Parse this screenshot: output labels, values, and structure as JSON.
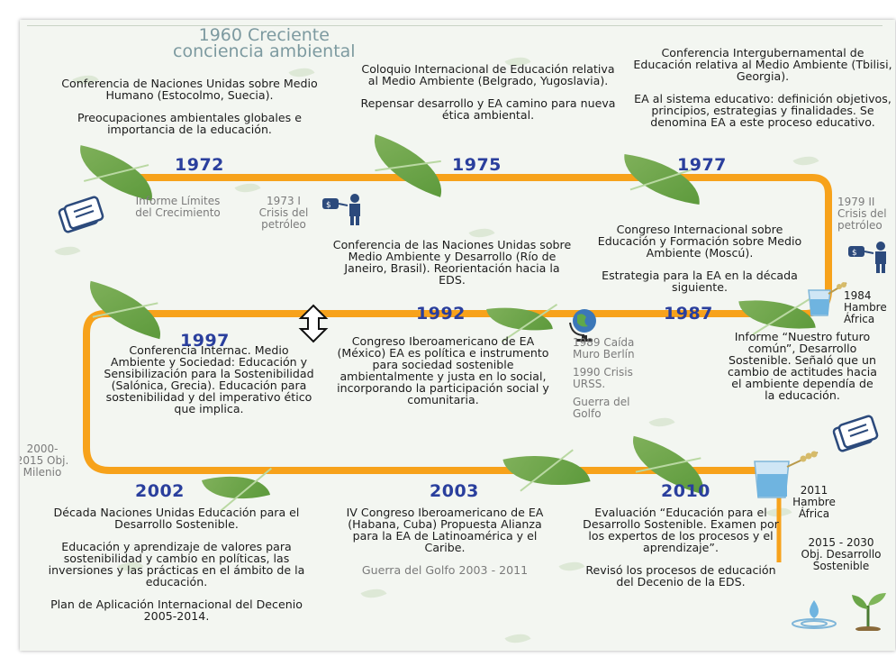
{
  "title": {
    "line1": "1960 Creciente",
    "line2": "conciencia ambiental"
  },
  "colors": {
    "track": "#f7a21b",
    "year": "#2a3f9d",
    "leaf": "#6aa548",
    "background": "#f3f6f1",
    "gray_text": "#7b7b7b"
  },
  "events": {
    "e1972": {
      "year": "1972",
      "event": "Conferencia de Naciones Unidas sobre Medio Humano (Estocolmo, Suecia).",
      "detail": "Preocupaciones ambientales globales e importancia de la educación."
    },
    "e1975": {
      "year": "1975",
      "event": "Coloquio Internacional de Educación relativa al Medio Ambiente (Belgrado, Yugoslavia).",
      "detail": "Repensar desarrollo y EA camino para nueva ética ambiental."
    },
    "e1977": {
      "year": "1977",
      "event": "Conferencia Intergubernamental de Educación relativa al Medio Ambiente (Tbilisi, Georgia).",
      "detail": "EA al sistema educativo: definición objetivos, principios, estrategias y finalidades. Se denomina EA a este proceso educativo."
    },
    "e1992": {
      "year": "1992",
      "event": "Conferencia de las Naciones Unidas sobre Medio Ambiente y Desarrollo (Río de Janeiro, Brasil). Reorientación hacia la EDS."
    },
    "e1987": {
      "year": "1987",
      "event": "Congreso Internacional sobre Educación y Formación sobre Medio Ambiente (Moscú).",
      "detail": "Estrategia para la EA en la década siguiente."
    },
    "e1997": {
      "year": "1997",
      "event": "Conferencia Internac. Medio Ambiente y Sociedad: Educación y Sensibilización para la Sostenibilidad (Salónica, Grecia). Educación para sostenibilidad y del imperativo ético que implica."
    },
    "congreso_mexico": {
      "event": "Congreso Iberoamericano de EA (México) EA es política e instrumento para sociedad sostenible ambientalmente y justa en lo social, incorporando la participación social y comunitaria."
    },
    "e2002": {
      "year": "2002",
      "event": "Década Naciones Unidas Educación para el Desarrollo Sostenible.",
      "detail": "Educación y aprendizaje de valores para sostenibilidad y cambio en políticas, las inversiones y las prácticas en el ámbito de la educación.",
      "plan": "Plan de Aplicación Internacional del Decenio 2005-2014."
    },
    "e2003": {
      "year": "2003",
      "event": "IV Congreso Iberoamericano de EA (Habana, Cuba) Propuesta Alianza para la EA de Latinoamérica y el Caribe.",
      "note": "Guerra del Golfo 2003 - 2011"
    },
    "e2010": {
      "year": "2010",
      "event": "Evaluación “Educación para el Desarrollo Sostenible. Examen por los expertos de los procesos y el aprendizaje”.",
      "detail": "Revisó los procesos de educación del Decenio de la EDS."
    }
  },
  "side_notes": {
    "informe_limites": "Informe Límites del Crecimiento",
    "crisis_1973": "1973 I Crisis del petróleo",
    "crisis_1979": "1979 II Crisis del petróleo",
    "hambre_1984": "1984 Hambre África",
    "informe_futuro": "Informe “Nuestro futuro común”, Desarrollo Sostenible. Señaló que un cambio de actitudes hacia el ambiente dependía de la educación.",
    "caida_muro": "1989 Caída Muro Berlín",
    "crisis_urss": "1990 Crisis URSS.",
    "guerra_golfo": "Guerra del Golfo",
    "hambre_2011": "2011 Hambre África",
    "milenio": "2000- 2015 Obj. Milenio",
    "sostenible": "2015 - 2030 Obj. Desarrollo Sostenible"
  },
  "icons": [
    "document-icon",
    "oil-barrel-person-icon",
    "globe-icon",
    "double-arrow-icon",
    "water-glass-icon",
    "water-drop-icon",
    "seedling-icon",
    "leaf-icon"
  ]
}
